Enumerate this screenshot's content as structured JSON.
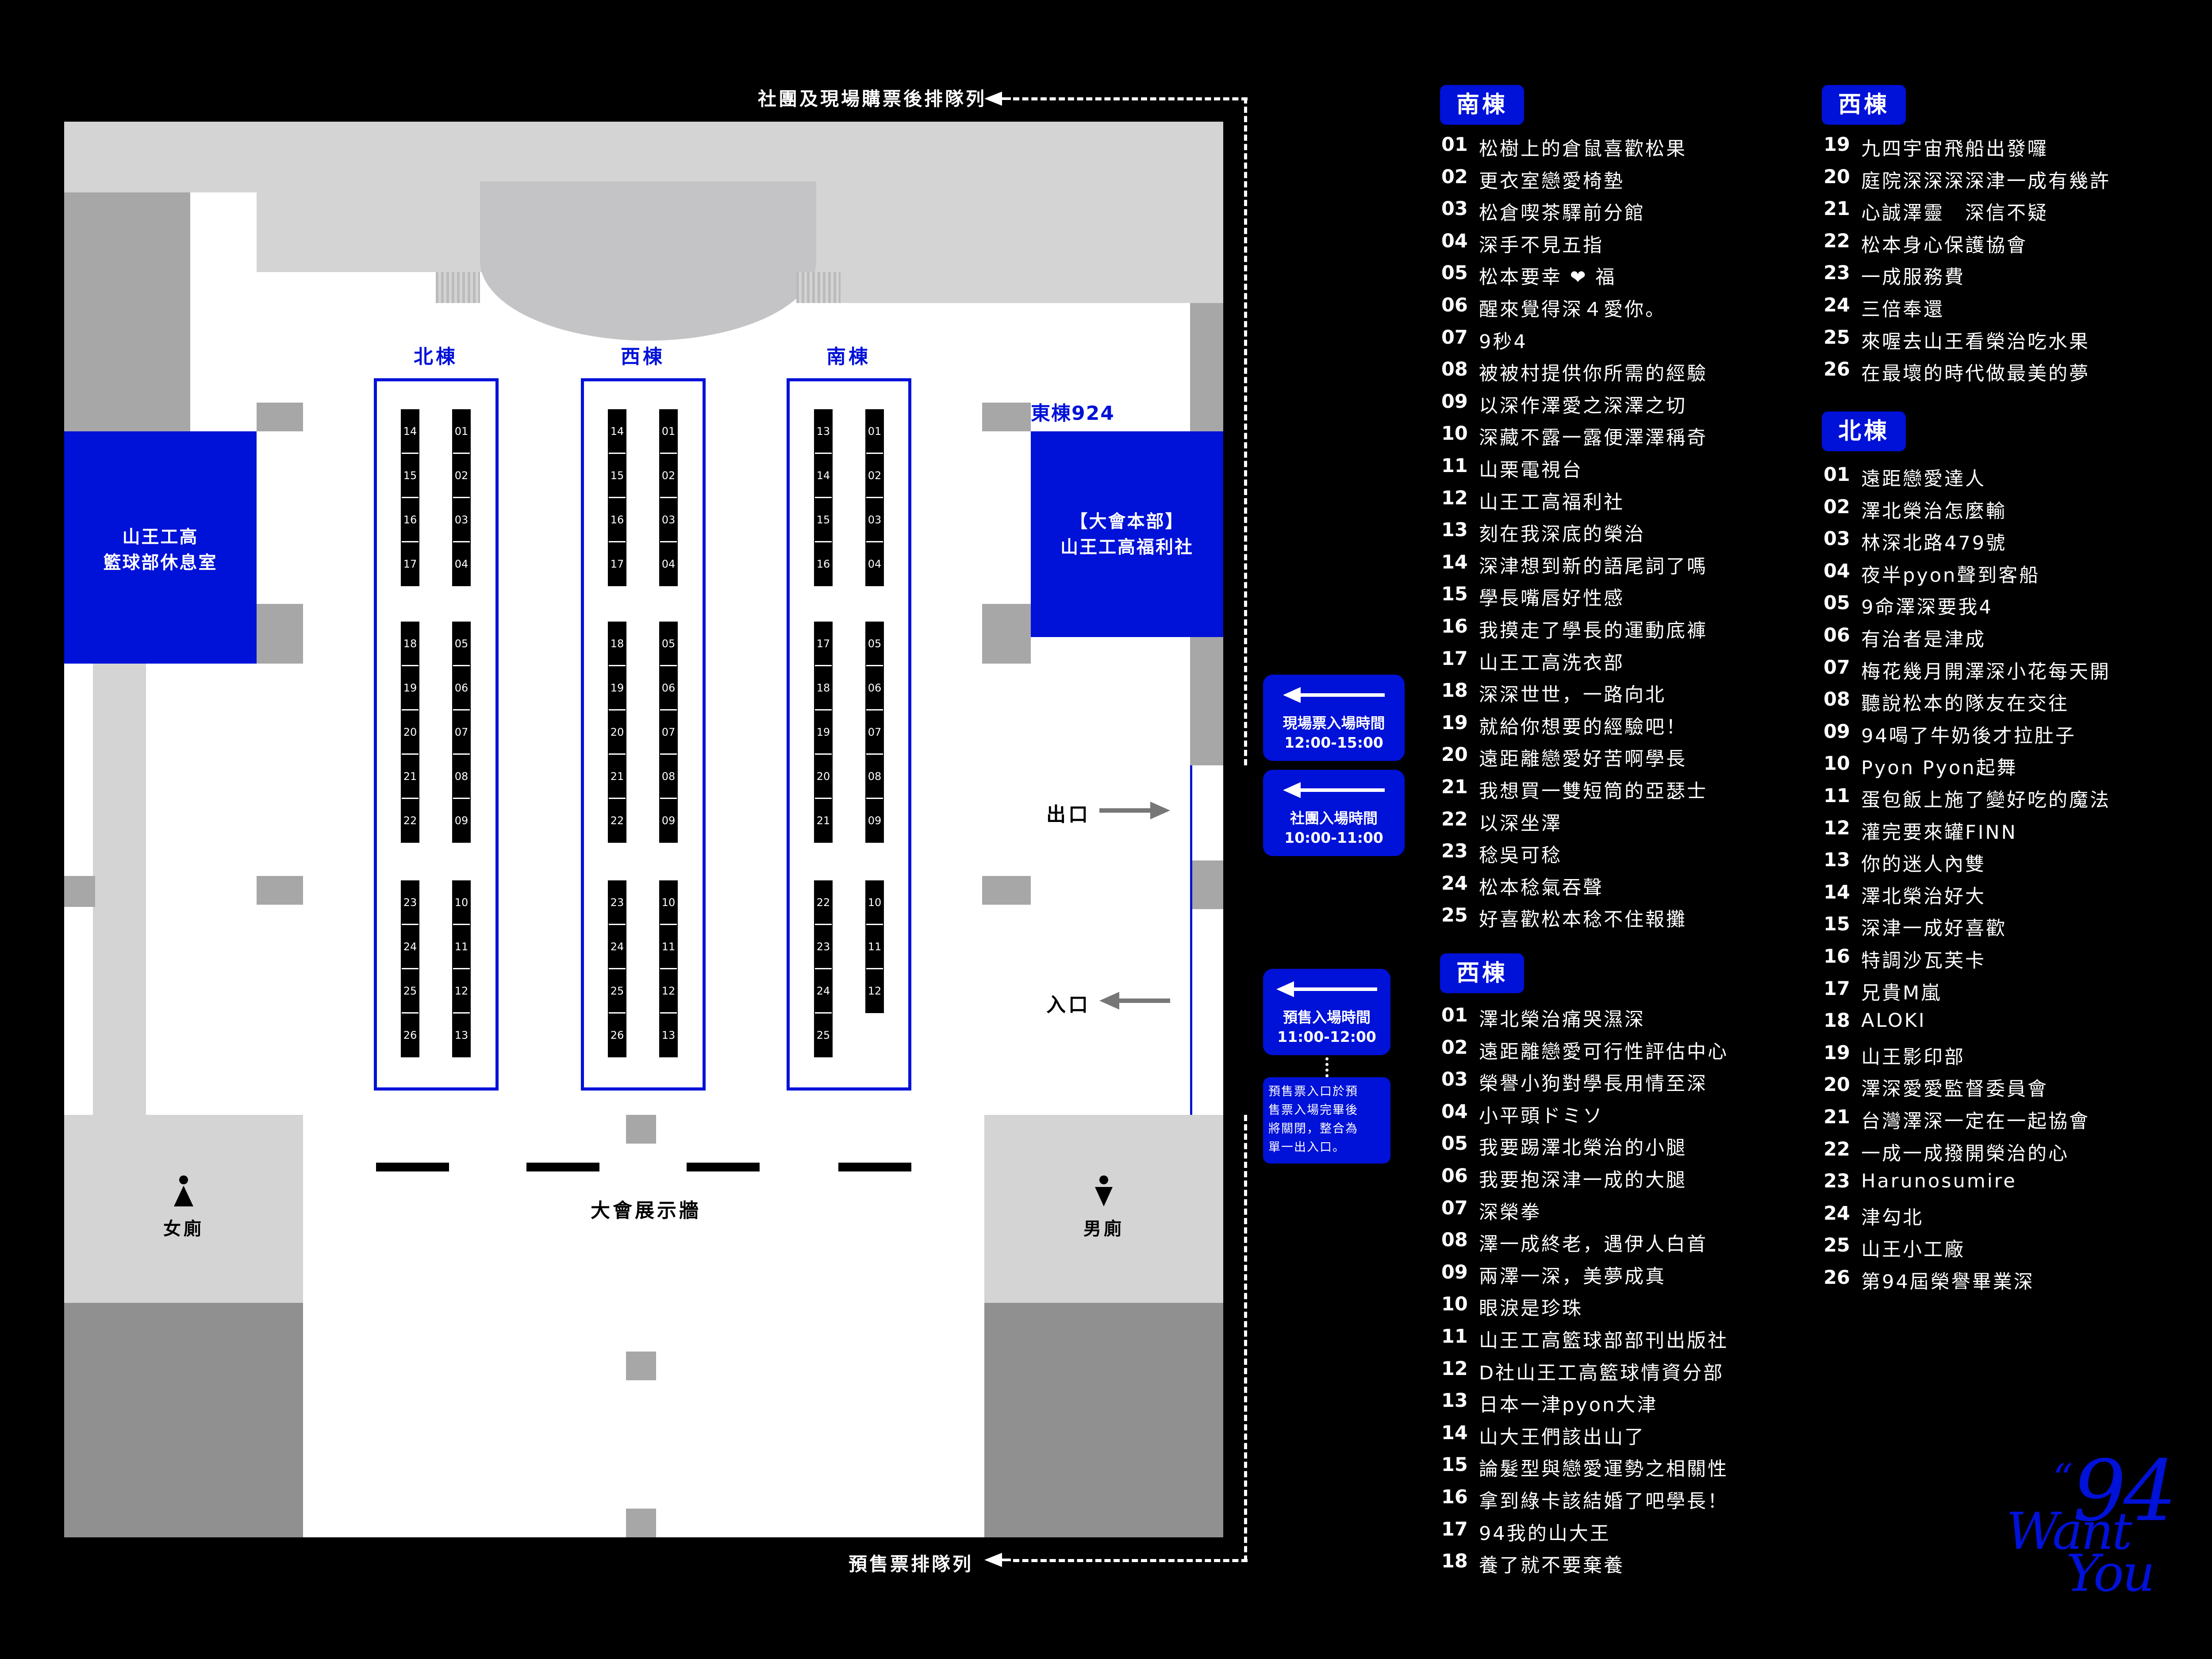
{
  "queue_labels": {
    "club_queue": "社團及現場購票後排隊列",
    "presale_queue": "預售票排隊列"
  },
  "halls": {
    "north": {
      "header": "北棟",
      "left": [
        "14",
        "15",
        "16",
        "17",
        "18",
        "19",
        "20",
        "21",
        "22",
        "23",
        "24",
        "25",
        "26"
      ],
      "right": [
        "01",
        "02",
        "03",
        "04",
        "05",
        "06",
        "07",
        "08",
        "09",
        "10",
        "11",
        "12",
        "13"
      ]
    },
    "west": {
      "header": "西棟",
      "left": [
        "14",
        "15",
        "16",
        "17",
        "18",
        "19",
        "20",
        "21",
        "22",
        "23",
        "24",
        "25",
        "26"
      ],
      "right": [
        "01",
        "02",
        "03",
        "04",
        "05",
        "06",
        "07",
        "08",
        "09",
        "10",
        "11",
        "12",
        "13"
      ]
    },
    "south": {
      "header": "南棟",
      "left": [
        "13",
        "14",
        "15",
        "16",
        "17",
        "18",
        "19",
        "20",
        "21",
        "22",
        "23",
        "24",
        "25"
      ],
      "right": [
        "01",
        "02",
        "03",
        "04",
        "05",
        "06",
        "07",
        "08",
        "09",
        "10",
        "11",
        "12"
      ]
    }
  },
  "rooms": {
    "basketball_lounge": [
      "山王工高",
      "籃球部休息室"
    ],
    "east_label": "東棟924",
    "hq": [
      "【大會本部】",
      "山王工高福利社"
    ],
    "exhibition_wall": "大會展示牆",
    "womens_restroom": "女廁",
    "mens_restroom": "男廁",
    "exit": "出口",
    "entrance": "入口"
  },
  "time_boxes": [
    {
      "title": "現場票入場時間",
      "time": "12:00-15:00"
    },
    {
      "title": "社團入場時間",
      "time": "10:00-11:00"
    },
    {
      "title": "預售入場時間",
      "time": "11:00-12:00"
    }
  ],
  "presale_note": [
    "預售票入口於預",
    "售票入場完畢後",
    "將關閉，整合為",
    "單一出入口。"
  ],
  "lists": {
    "south": {
      "header": "南棟",
      "items": [
        {
          "no": "01",
          "name": "松樹上的倉鼠喜歡松果"
        },
        {
          "no": "02",
          "name": "更衣室戀愛椅墊"
        },
        {
          "no": "03",
          "name": "松倉喫茶驛前分館"
        },
        {
          "no": "04",
          "name": "深手不見五指"
        },
        {
          "no": "05",
          "name": "松本要幸 ❤ 福"
        },
        {
          "no": "06",
          "name": "醒來覺得深４愛你。"
        },
        {
          "no": "07",
          "name": "9秒4"
        },
        {
          "no": "08",
          "name": "被被村提供你所需的經驗"
        },
        {
          "no": "09",
          "name": "以深作澤愛之深澤之切"
        },
        {
          "no": "10",
          "name": "深藏不露一露便澤澤稱奇"
        },
        {
          "no": "11",
          "name": "山栗電視台"
        },
        {
          "no": "12",
          "name": "山王工高福利社"
        },
        {
          "no": "13",
          "name": "刻在我深底的榮治"
        },
        {
          "no": "14",
          "name": "深津想到新的語尾詞了嗎"
        },
        {
          "no": "15",
          "name": "學長嘴唇好性感"
        },
        {
          "no": "16",
          "name": "我摸走了學長的運動底褲"
        },
        {
          "no": "17",
          "name": "山王工高洗衣部"
        },
        {
          "no": "18",
          "name": "深深世世，一路向北"
        },
        {
          "no": "19",
          "name": "就給你想要的經驗吧！"
        },
        {
          "no": "20",
          "name": "遠距離戀愛好苦啊學長"
        },
        {
          "no": "21",
          "name": "我想買一雙短筒的亞瑟士"
        },
        {
          "no": "22",
          "name": "以深坐澤"
        },
        {
          "no": "23",
          "name": "稔吳可稔"
        },
        {
          "no": "24",
          "name": "松本稔氣吞聲"
        },
        {
          "no": "25",
          "name": "好喜歡松本稔不住報攤"
        }
      ]
    },
    "west": {
      "header": "西棟",
      "items": [
        {
          "no": "01",
          "name": "澤北榮治痛哭濕深"
        },
        {
          "no": "02",
          "name": "遠距離戀愛可行性評估中心"
        },
        {
          "no": "03",
          "name": "榮譽小狗對學長用情至深"
        },
        {
          "no": "04",
          "name": "小平頭ドミソ"
        },
        {
          "no": "05",
          "name": "我要踢澤北榮治的小腿"
        },
        {
          "no": "06",
          "name": "我要抱深津一成的大腿"
        },
        {
          "no": "07",
          "name": "深榮拳"
        },
        {
          "no": "08",
          "name": "澤一成終老，遇伊人白首"
        },
        {
          "no": "09",
          "name": "兩澤一深，美夢成真"
        },
        {
          "no": "10",
          "name": "眼淚是珍珠"
        },
        {
          "no": "11",
          "name": "山王工高籃球部部刊出版社"
        },
        {
          "no": "12",
          "name": "D社山王工高籃球情資分部"
        },
        {
          "no": "13",
          "name": "日本一津pyon大津"
        },
        {
          "no": "14",
          "name": "山大王們該出山了"
        },
        {
          "no": "15",
          "name": "論髮型與戀愛運勢之相關性"
        },
        {
          "no": "16",
          "name": "拿到綠卡該結婚了吧學長！"
        },
        {
          "no": "17",
          "name": "94我的山大王"
        },
        {
          "no": "18",
          "name": "養了就不要棄養"
        },
        {
          "no": "19",
          "name": "九四宇宙飛船出發囉"
        },
        {
          "no": "20",
          "name": "庭院深深深深津一成有幾許"
        },
        {
          "no": "21",
          "name": "心誠澤靈　深信不疑"
        },
        {
          "no": "22",
          "name": "松本身心保護協會"
        },
        {
          "no": "23",
          "name": "一成服務費"
        },
        {
          "no": "24",
          "name": "三倍奉還"
        },
        {
          "no": "25",
          "name": "來喔去山王看榮治吃水果"
        },
        {
          "no": "26",
          "name": "在最壞的時代做最美的夢"
        }
      ]
    },
    "north": {
      "header": "北棟",
      "items": [
        {
          "no": "01",
          "name": "遠距戀愛達人"
        },
        {
          "no": "02",
          "name": "澤北榮治怎麼輸"
        },
        {
          "no": "03",
          "name": "林深北路479號"
        },
        {
          "no": "04",
          "name": "夜半pyon聲到客船"
        },
        {
          "no": "05",
          "name": "9命澤深要我4"
        },
        {
          "no": "06",
          "name": "有治者是津成"
        },
        {
          "no": "07",
          "name": "梅花幾月開澤深小花每天開"
        },
        {
          "no": "08",
          "name": "聽說松本的隊友在交往"
        },
        {
          "no": "09",
          "name": "94喝了牛奶後才拉肚子"
        },
        {
          "no": "10",
          "name": "Pyon Pyon起舞"
        },
        {
          "no": "11",
          "name": "蛋包飯上施了變好吃的魔法"
        },
        {
          "no": "12",
          "name": "灌完要來罐FINN"
        },
        {
          "no": "13",
          "name": "你的迷人內雙"
        },
        {
          "no": "14",
          "name": "澤北榮治好大"
        },
        {
          "no": "15",
          "name": "深津一成好喜歡"
        },
        {
          "no": "16",
          "name": "特調沙瓦芙卡"
        },
        {
          "no": "17",
          "name": "兄貴M嵐"
        },
        {
          "no": "18",
          "name": "ALOKI"
        },
        {
          "no": "19",
          "name": "山王影印部"
        },
        {
          "no": "20",
          "name": "澤深愛愛監督委員會"
        },
        {
          "no": "21",
          "name": "台灣澤深一定在一起協會"
        },
        {
          "no": "22",
          "name": "一成一成撥開榮治的心"
        },
        {
          "no": "23",
          "name": "Harunosumire"
        },
        {
          "no": "24",
          "name": "津勾北"
        },
        {
          "no": "25",
          "name": "山王小工廠"
        },
        {
          "no": "26",
          "name": "第94屆榮譽畢業深"
        }
      ]
    }
  },
  "logo": {
    "number": "94",
    "text1": "Want",
    "text2": "You",
    "quote": "“"
  },
  "colors": {
    "accent": "#0011d8",
    "background": "#000000"
  }
}
